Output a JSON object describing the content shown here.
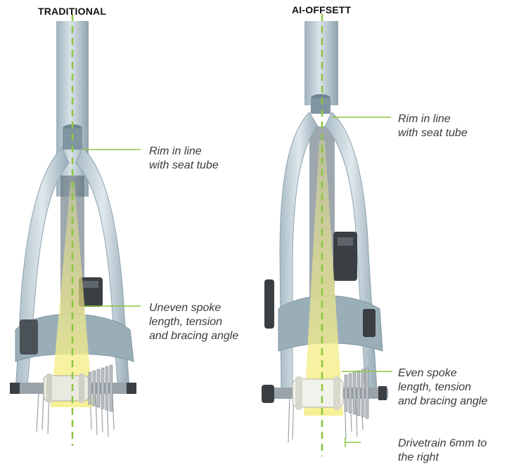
{
  "headings": {
    "left": "TRADITIONAL",
    "right": "AI-OFFSETT"
  },
  "callouts": {
    "left_rim": [
      "Rim in line",
      "with seat tube"
    ],
    "left_spoke": [
      "Uneven spoke",
      "length, tension",
      "and bracing angle"
    ],
    "right_rim": [
      "Rim in line",
      "with seat tube"
    ],
    "right_spoke": [
      "Even spoke",
      "length, tension",
      "and bracing angle"
    ],
    "right_drivetrain": [
      "Drivetrain 6mm to",
      "the right"
    ]
  },
  "colors": {
    "frame": "#c9d6dd",
    "frame_shadow": "#8ea3ae",
    "frame_dark": "#6f8693",
    "centerline": "#8cc63f",
    "spoke_zone": "#f5ee8a",
    "hub": "#e9e9e0",
    "dark_parts": "#3a3f44",
    "cassette": "#b9bfc4",
    "text": "#3b3b3b"
  }
}
